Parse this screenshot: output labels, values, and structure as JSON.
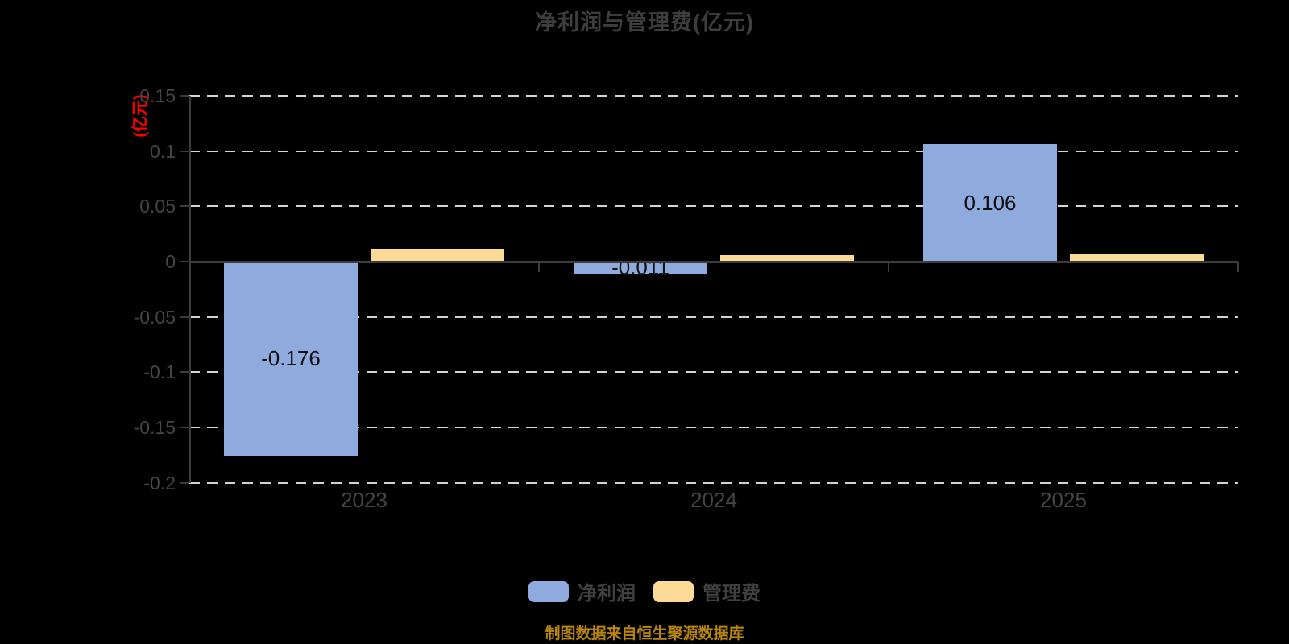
{
  "chart_data": {
    "type": "bar",
    "title": "净利润与管理费(亿元)",
    "footer": "制图数据来自恒生聚源数据库",
    "background_color": "#000000",
    "grid": "dashed horizontal",
    "legend_position": "bottom",
    "categories": [
      "2023",
      "2024",
      "2025"
    ],
    "series": [
      {
        "name": "净利润",
        "color": "#8FAADC",
        "values": [
          -0.176,
          -0.011,
          0.106
        ],
        "value_labels": [
          "-0.176",
          "-0.011",
          "0.106"
        ]
      },
      {
        "name": "管理费",
        "color": "#FBD996",
        "values": [
          0.012,
          0.006,
          0.007
        ],
        "value_labels": [
          null,
          null,
          null
        ]
      }
    ],
    "y_axis": {
      "unit_label": "(亿元)",
      "unit_label_color": "#FF0000",
      "ylim": [
        -0.2,
        0.15
      ],
      "tick_values": [
        0.15,
        0.1,
        0.05,
        0,
        -0.05,
        -0.1,
        -0.15,
        -0.2
      ],
      "tick_labels": [
        "0.15",
        "0.1",
        "0.05",
        "0",
        "-0.05",
        "-0.1",
        "-0.15",
        "-0.2"
      ]
    },
    "x_axis": {
      "tick_labels": [
        "2023",
        "2024",
        "2025"
      ]
    },
    "colors": {
      "axis": "#3c3c3c",
      "gridline": "#d4d4d4",
      "tick_text": "#454545",
      "title_text": "#3d3d3d",
      "bar_label_text": "#111111",
      "footer_text": "#b8860b"
    }
  }
}
